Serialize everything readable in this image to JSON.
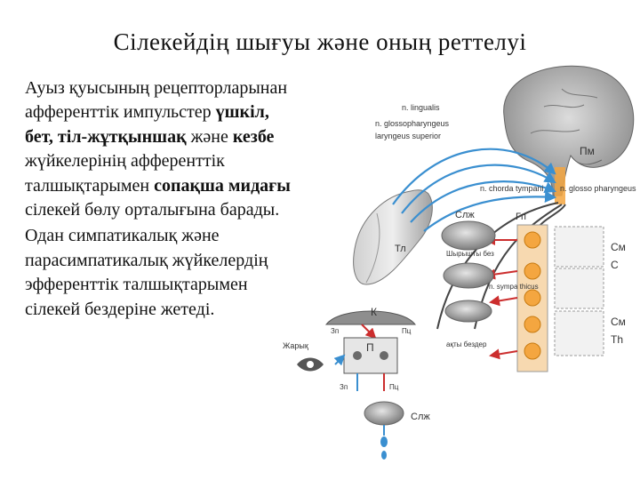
{
  "slide": {
    "title": "Сілекейдің шығуы және оның реттелуі"
  },
  "text": {
    "p1": [
      {
        "t": "Ауыз қуысының рецепторларынан афференттік импульстер ",
        "b": false
      },
      {
        "t": "үшкіл, бет, тіл-жұтқыншақ",
        "b": true
      },
      {
        "t": " және ",
        "b": false
      },
      {
        "t": "кезбе",
        "b": true
      },
      {
        "t": " жүйкелерінің афференттік талшықтарымен ",
        "b": false
      },
      {
        "t": "сопақша мидағы",
        "b": true
      },
      {
        "t": " сілекей бөлу орталығына барады.",
        "b": false
      }
    ],
    "p2": "Одан симпатикалық және парасимпатикалық жүйкелердің эфференттік талшықтарымен сілекей бездеріне жетеді."
  },
  "diagram": {
    "labels": {
      "n_lingualis": "n. lingualis",
      "n_glossopharyngeus": "n. glossopharyngeus",
      "laryngeus_superior": "laryngeus superior",
      "pm": "Пм",
      "chorda_tympani": "n. chorda tympani",
      "glossopharyngeus_r": "n. glosso pharyngeus",
      "tl": "Тл",
      "slzh_top": "Слж",
      "gp": "Гп",
      "sublingual": "Шырышты без",
      "n_sympathicus": "n. sympa thicus",
      "sm1": "См",
      "c": "С",
      "sm2": "См",
      "th": "Th",
      "glands_text": "ақты бездер",
      "k": "К",
      "p": "П",
      "zharyk": "Жарық",
      "zp1": "Зп",
      "pts1": "Пц",
      "zp2": "Зп",
      "pts2": "Пц",
      "slzh_bottom": "Слж"
    },
    "colors": {
      "afferent": "#3a8fd0",
      "efferent": "#cc2e2e",
      "nucleus": "#f4a640",
      "brain": "#b9b9b9"
    }
  }
}
